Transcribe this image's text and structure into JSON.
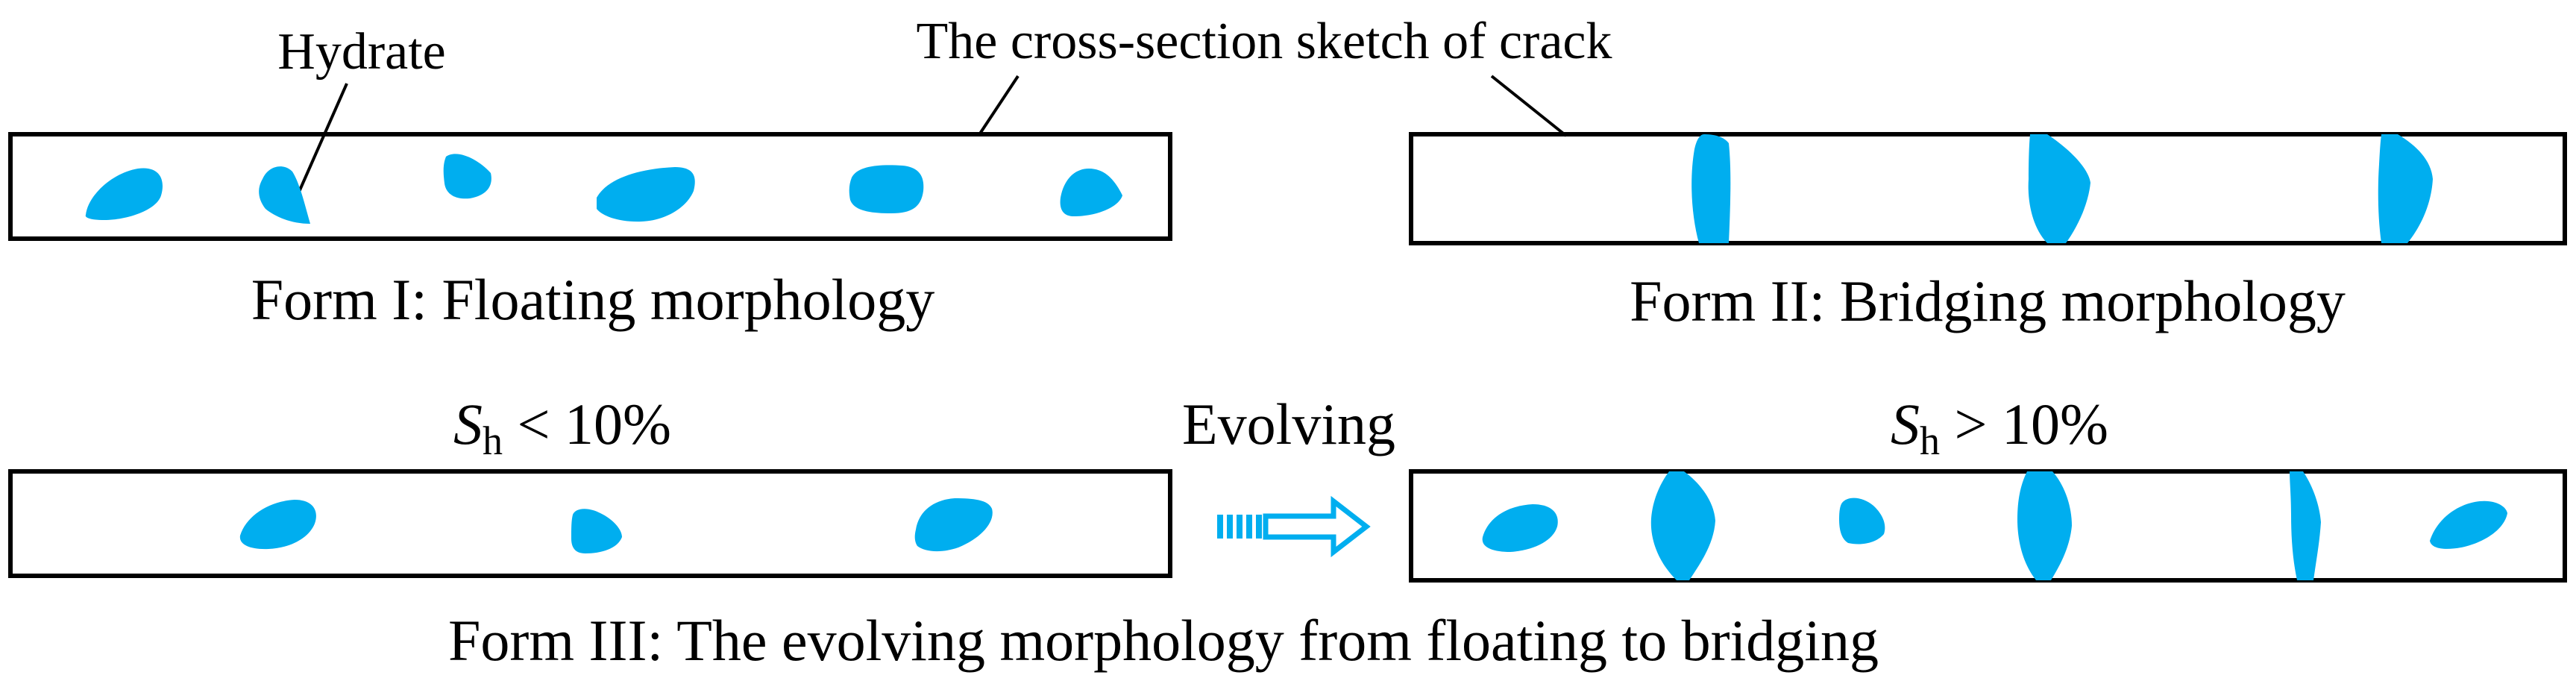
{
  "labels": {
    "hydrate": "Hydrate",
    "cross_section": "The cross-section sketch of crack",
    "form1": "Form I: Floating morphology",
    "form2": "Form II: Bridging morphology",
    "form3": "Form III: The evolving morphology from floating to bridging",
    "evolving": "Evolving",
    "sh_symbol": "S",
    "sh_subscript": "h",
    "sh_low": " < 10%",
    "sh_high": " > 10%"
  },
  "colors": {
    "hydrate": "#00AEEF",
    "outline": "#000000",
    "arrow": "#00AEEF",
    "text": "#000000"
  },
  "icons": {
    "evolving_arrow": "dashed-hollow-right-arrow-icon"
  }
}
